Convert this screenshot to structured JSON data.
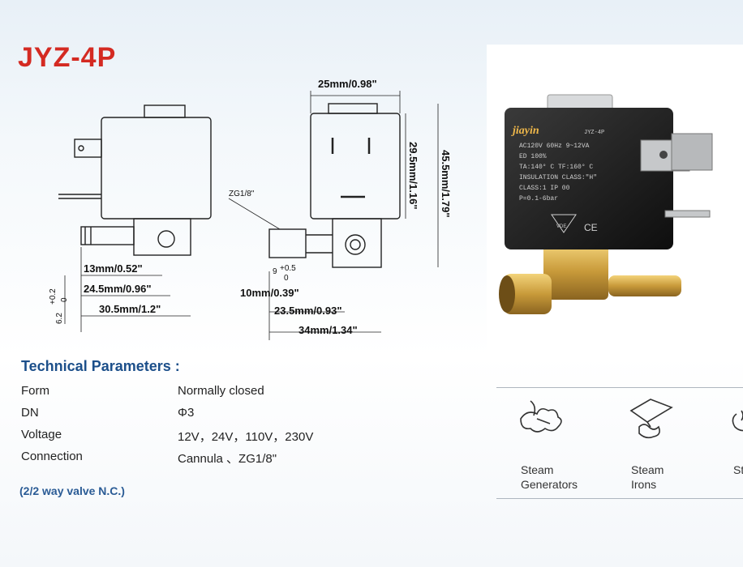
{
  "title": "JYZ-4P",
  "drawing": {
    "dims": {
      "width_top": "25mm/0.98\"",
      "height_coil": "29.5mm/1.16\"",
      "height_total": "45.5mm/1.79\"",
      "thread": "ZG1/8\"",
      "d13": "13mm/0.52\"",
      "d24": "24.5mm/0.96\"",
      "d30": "30.5mm/1.2\"",
      "tube": "6.2",
      "tube_tol": "+0.2",
      "tube_tol_low": "0",
      "d9": "9",
      "d9_tol": "+0.5",
      "d9_tol_low": "0",
      "d10": "10mm/0.39\"",
      "d23": "23.5mm/0.93\"",
      "d34": "34mm/1.34\""
    }
  },
  "photo": {
    "brand": "jiayin",
    "model": "JYZ-4P",
    "spec_lines": [
      "AC120V 60Hz 9~12VA",
      "ED 100%",
      "TA:140° C TF:160° C",
      "INSULATION CLASS:\"H\"",
      "CLASS:1 IP 00",
      "P=0.1-6bar"
    ],
    "vde": "VDE",
    "ce": "CE"
  },
  "tech": {
    "heading": "Technical Parameters :",
    "rows": [
      {
        "label": "Form",
        "value": "Normally closed"
      },
      {
        "label": "DN",
        "value": "Φ3"
      },
      {
        "label": "Voltage",
        "value": "12V，24V，110V，230V"
      },
      {
        "label": "Connection",
        "value": "Cannula 、ZG1/8\""
      }
    ],
    "note": "(2/2 way valve N.C.)"
  },
  "applications": [
    {
      "line1": "Steam",
      "line2": "Generators",
      "icon": "steam-generator-icon"
    },
    {
      "line1": "Steam",
      "line2": "Irons",
      "icon": "steam-iron-icon"
    },
    {
      "line1": "Ste",
      "line2": "",
      "icon": "steam-icon"
    }
  ],
  "colors": {
    "title_red": "#d42a22",
    "heading_blue": "#1c4f8a",
    "note_blue": "#2a5b95",
    "brass": "#c89a3a"
  }
}
